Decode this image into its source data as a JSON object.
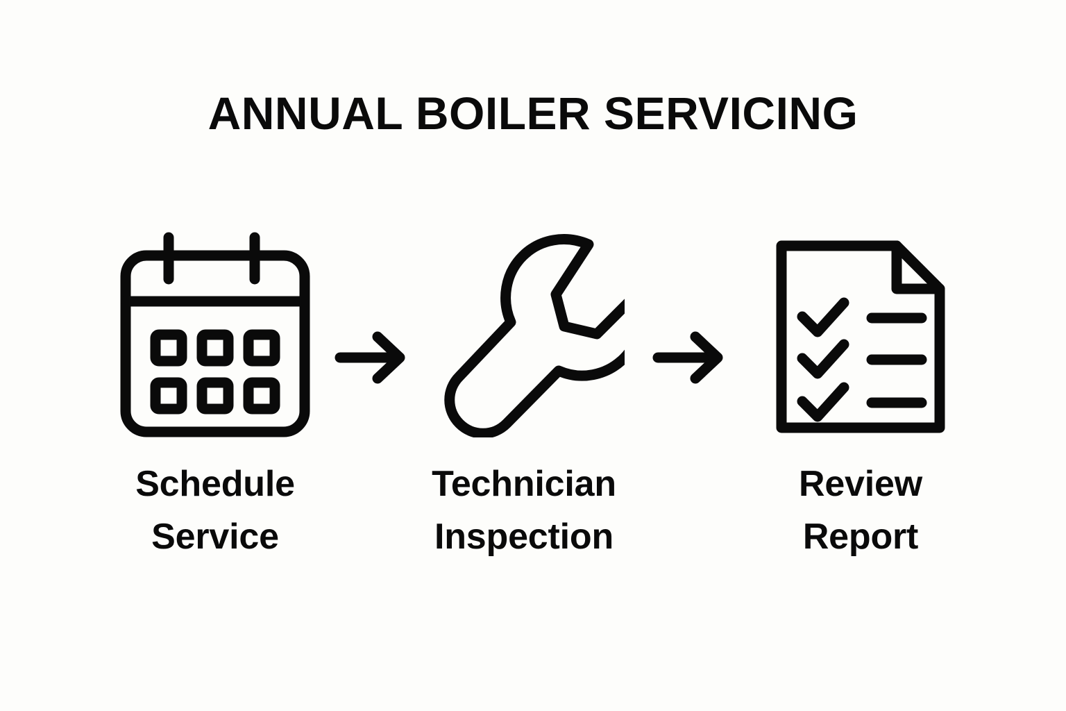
{
  "page": {
    "background_color": "#FDFDFB",
    "ink_color": "#0A0A0A"
  },
  "header": {
    "title": "ANNUAL BOILER SERVICING"
  },
  "flow": {
    "steps": [
      {
        "icon": "calendar-icon",
        "label_line1": "Schedule",
        "label_line2": "Service"
      },
      {
        "icon": "wrench-icon",
        "label_line1": "Technician",
        "label_line2": "Inspection"
      },
      {
        "icon": "checklist-document-icon",
        "label_line1": "Review",
        "label_line2": "Report"
      }
    ],
    "connectors": [
      {
        "icon": "arrow-right-icon"
      },
      {
        "icon": "arrow-right-icon"
      }
    ]
  }
}
